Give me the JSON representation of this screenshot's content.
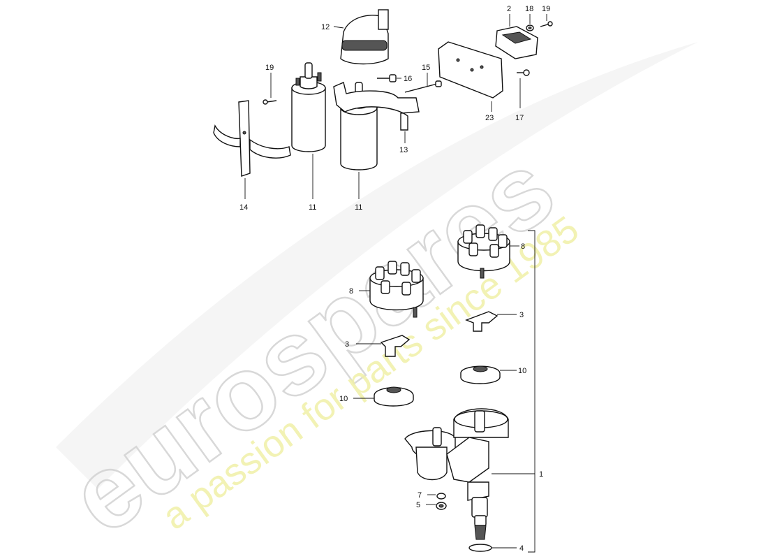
{
  "watermark": {
    "brand": "eurospares",
    "tagline": "a passion for parts since 1985"
  },
  "callouts": {
    "c1": "1",
    "c2": "2",
    "c3a": "3",
    "c3b": "3",
    "c4": "4",
    "c5": "5",
    "c7": "7",
    "c8a": "8",
    "c8b": "8",
    "c10a": "10",
    "c10b": "10",
    "c11a": "11",
    "c11b": "11",
    "c12": "12",
    "c13": "13",
    "c14": "14",
    "c15": "15",
    "c16": "16",
    "c17": "17",
    "c18": "18",
    "c19a": "19",
    "c19b": "19",
    "c23": "23"
  }
}
